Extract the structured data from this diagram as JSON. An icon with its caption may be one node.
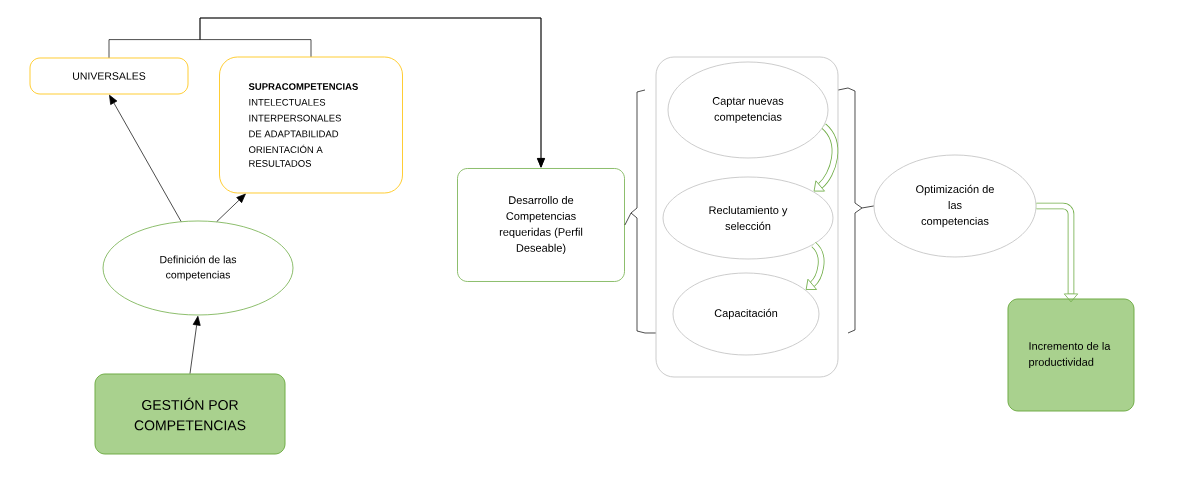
{
  "diagram": {
    "nodes": [
      {
        "text": [
          "UNIVERSALES"
        ]
      },
      {
        "text": [
          "SUPRACOMPETENCIAS",
          "INTELECTUALES",
          "INTERPERSONALES",
          "DE ADAPTABILIDAD",
          "ORIENTACIÓN A RESULTADOS"
        ]
      },
      {
        "text": [
          "Definición de las competencias"
        ]
      },
      {
        "text": [
          "GESTIÓN POR COMPETENCIAS"
        ]
      },
      {
        "text": [
          "Desarrollo de Competencias requeridas (Perfil Deseable)"
        ]
      },
      {
        "text": [],
        "shape": "box"
      },
      {
        "text": [
          "Captar nuevas competencias"
        ],
        "in": 5
      },
      {
        "text": [
          "Reclutamiento y selección"
        ],
        "in": 5
      },
      {
        "text": [
          "Capacitación"
        ],
        "in": 5
      },
      {
        "text": [
          "Optimización de las competencias"
        ]
      },
      {
        "text": [
          "Incremento de la productividad"
        ]
      }
    ],
    "edges": [
      {
        "from": 3,
        "to": 2,
        "arrow": "to"
      },
      {
        "from": 2,
        "to": 0,
        "arrow": "to"
      },
      {
        "from": 2,
        "to": 1,
        "arrow": "to"
      },
      {
        "from": 0,
        "to": 4,
        "arrow": "to"
      },
      {
        "from": 1,
        "to": 4,
        "arrow": "to"
      },
      {
        "from": 4,
        "to": 5,
        "arrow": "none"
      },
      {
        "from": 5,
        "to": 9,
        "arrow": "none"
      },
      {
        "from": 6,
        "to": 7,
        "arrow": "to",
        "style": "thick",
        "color": "#70ad47"
      },
      {
        "from": 7,
        "to": 8,
        "arrow": "to",
        "style": "thick",
        "color": "#70ad47"
      },
      {
        "from": 9,
        "to": 10,
        "arrow": "to",
        "style": "thick",
        "color": "#70ad47"
      }
    ]
  }
}
